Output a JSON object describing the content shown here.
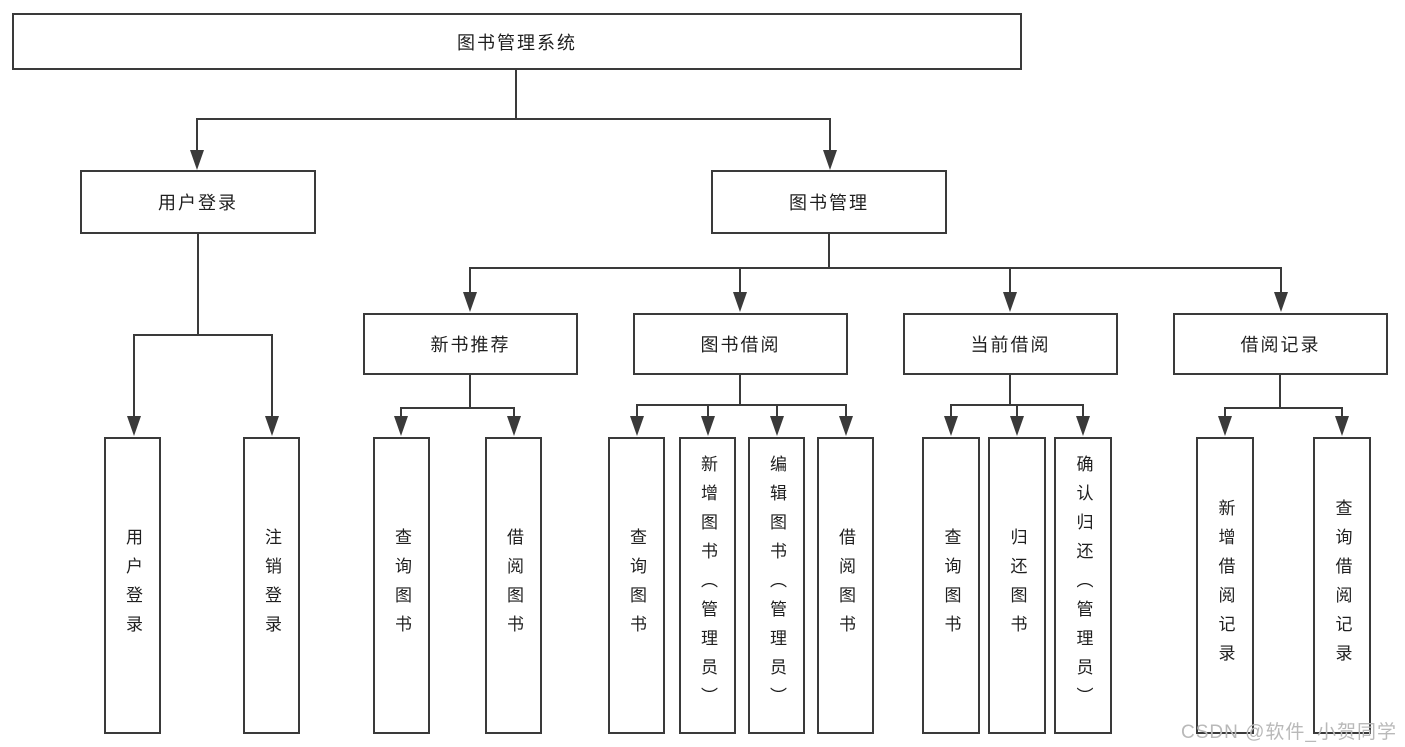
{
  "diagram": {
    "root": "图书管理系统",
    "branches": [
      {
        "label": "用户登录",
        "children": [
          "用户登录",
          "注销登录"
        ]
      },
      {
        "label": "图书管理",
        "sections": [
          {
            "label": "新书推荐",
            "children": [
              "查询图书",
              "借阅图书"
            ]
          },
          {
            "label": "图书借阅",
            "children": [
              "查询图书",
              "新增图书（管理员）",
              "编辑图书（管理员）",
              "借阅图书"
            ]
          },
          {
            "label": "当前借阅",
            "children": [
              "查询图书",
              "归还图书",
              "确认归还（管理员）"
            ]
          },
          {
            "label": "借阅记录",
            "children": [
              "新增借阅记录",
              "查询借阅记录"
            ]
          }
        ]
      }
    ]
  },
  "watermark": "CSDN @软件_小贺同学",
  "colors": {
    "line": "#3a3a3a",
    "box_border": "#3a3a3a",
    "text": "#1f1f1f",
    "background": "#ffffff",
    "watermark": "#b9b9b9"
  }
}
